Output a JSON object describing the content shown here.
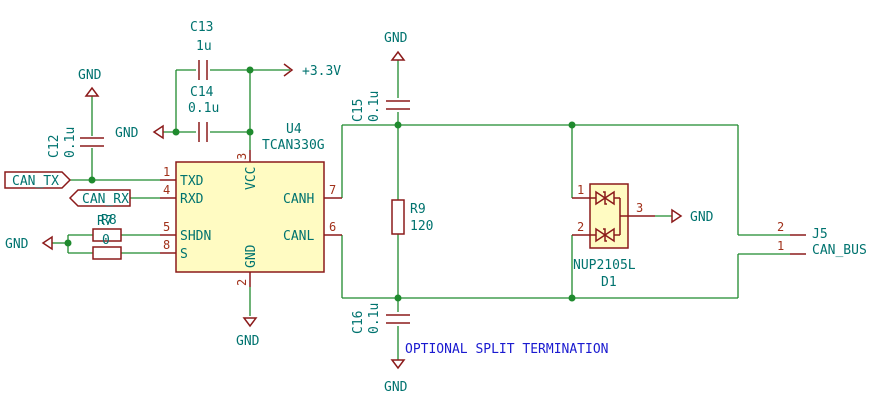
{
  "labels": {
    "c13_ref": "C13",
    "c13_val": "1u",
    "c14_ref": "C14",
    "c14_val": "0.1u",
    "c12_ref": "C12",
    "c12_val": "0.1u",
    "c15_ref": "C15",
    "c15_val": "0.1u",
    "c16_ref": "C16",
    "c16_val": "0.1u",
    "u4_ref": "U4",
    "u4_val": "TCAN330G",
    "r9_ref": "R9",
    "r9_val": "120",
    "r7_ref": "R7",
    "r8_ref": "R8",
    "r7_val": "0",
    "d1_ref": "D1",
    "d1_val": "NUP2105L",
    "j5_ref": "J5",
    "j5_val": "CAN_BUS",
    "vcc33": "+3.3V",
    "gnd": "GND",
    "can_tx": "CAN_TX",
    "can_rx": "CAN_RX",
    "note": "OPTIONAL SPLIT TERMINATION"
  },
  "u4_pins": {
    "txd": "TXD",
    "rxd": "RXD",
    "shdn": "SHDN",
    "s": "S",
    "vcc": "VCC",
    "gnd": "GND",
    "canh": "CANH",
    "canl": "CANL",
    "n1": "1",
    "n4": "4",
    "n5": "5",
    "n8": "8",
    "n3": "3",
    "n2": "2",
    "n7": "7",
    "n6": "6"
  },
  "d1_pins": {
    "n1": "1",
    "n2": "2",
    "n3": "3"
  },
  "j5_pins": {
    "n2": "2",
    "n1": "1"
  }
}
